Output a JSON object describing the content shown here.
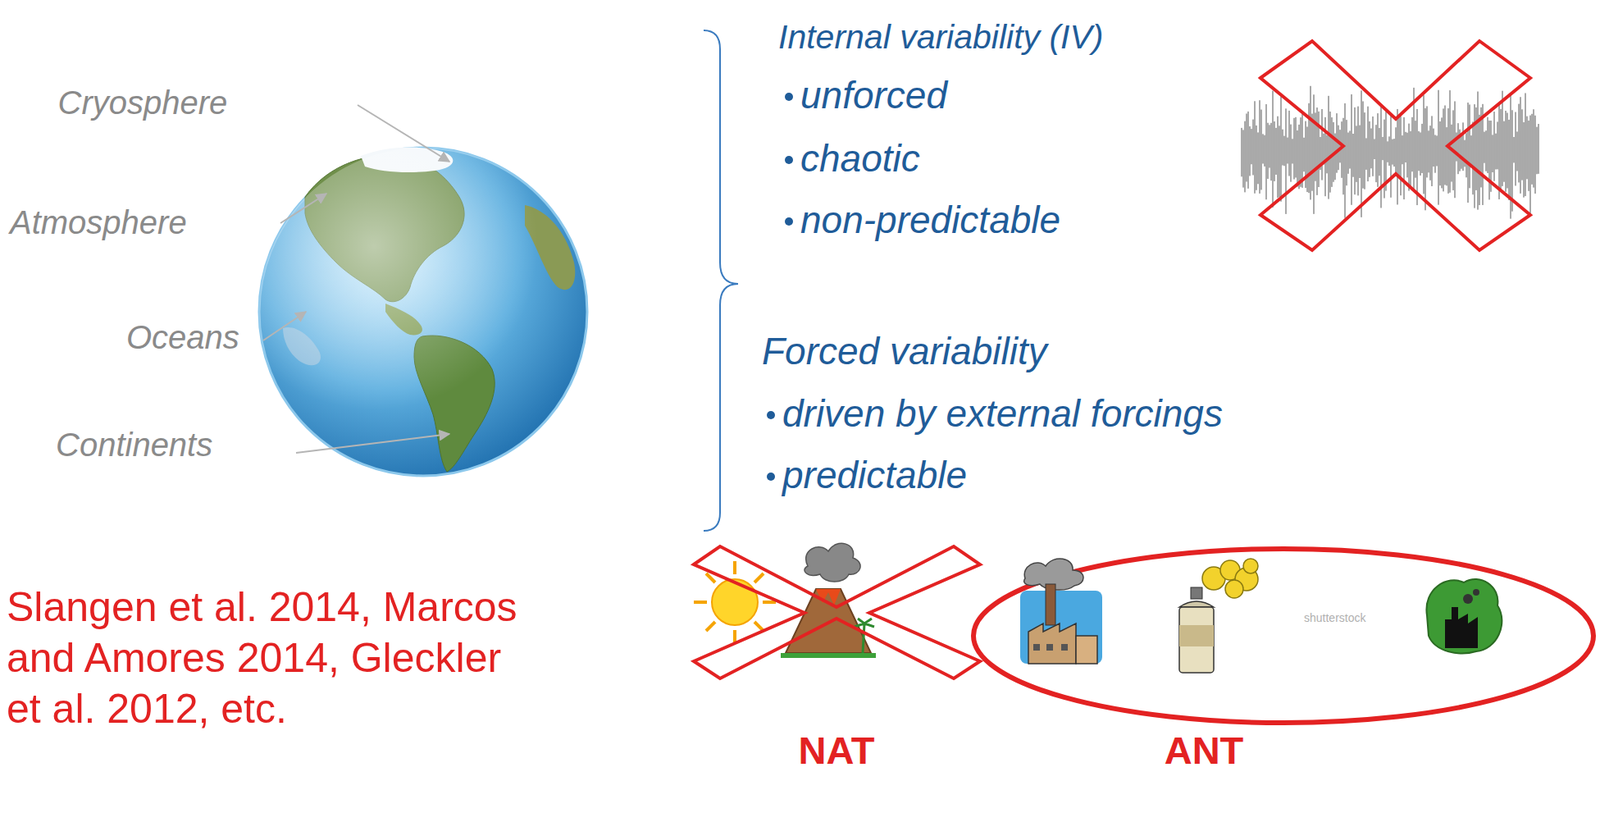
{
  "diagram": {
    "labels": [
      "Cryosphere",
      "Atmosphere",
      "Oceans",
      "Continents",
      "Internal variability (IV)",
      "unforced",
      "chaotic",
      "non-predictable",
      "Forced variability",
      "driven by external forcings",
      "predictable",
      "Slangen et al. 2014, Marcos and Amores 2014, Gleckler et al. 2012, etc.",
      "NAT",
      "ANT",
      "shutterstock"
    ]
  }
}
